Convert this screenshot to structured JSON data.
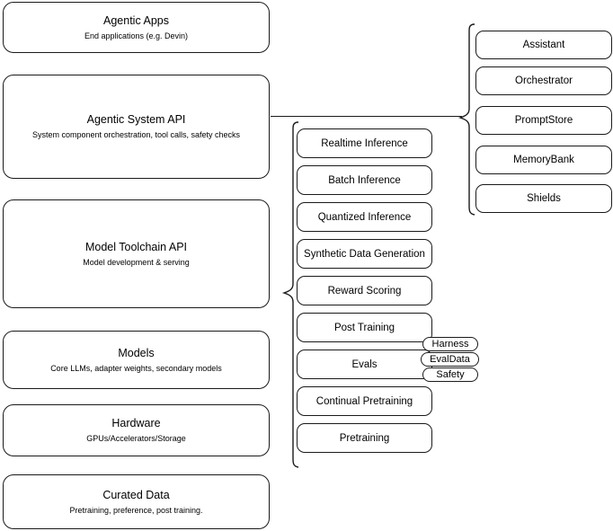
{
  "diagram": {
    "title": "AI stack layers diagram",
    "stroke_color": "#1a1a1a",
    "background_color": "#ffffff"
  },
  "stack_layers": [
    {
      "title": "Agentic Apps",
      "subtitle": "End applications (e.g. Devin)"
    },
    {
      "title": "Agentic System API",
      "subtitle": "System component orchestration, tool calls, safety checks"
    },
    {
      "title": "Model Toolchain API",
      "subtitle": "Model development & serving"
    },
    {
      "title": "Models",
      "subtitle": "Core LLMs, adapter weights, secondary models"
    },
    {
      "title": "Hardware",
      "subtitle": "GPUs/Accelerators/Storage"
    },
    {
      "title": "Curated Data",
      "subtitle": "Pretraining, preference, post training."
    }
  ],
  "agentic_system_components": [
    {
      "label": "Assistant"
    },
    {
      "label": "Orchestrator"
    },
    {
      "label": "PromptStore"
    },
    {
      "label": "MemoryBank"
    },
    {
      "label": "Shields"
    }
  ],
  "model_toolchain_components": [
    {
      "label": "Realtime Inference"
    },
    {
      "label": "Batch Inference"
    },
    {
      "label": "Quantized Inference"
    },
    {
      "label": "Synthetic Data Generation"
    },
    {
      "label": "Reward Scoring"
    },
    {
      "label": "Post Training"
    },
    {
      "label": "Evals"
    },
    {
      "label": "Continual Pretraining"
    },
    {
      "label": "Pretraining"
    }
  ],
  "evals_subcomponents": [
    {
      "label": "Harness"
    },
    {
      "label": "EvalData"
    },
    {
      "label": "Safety"
    }
  ]
}
